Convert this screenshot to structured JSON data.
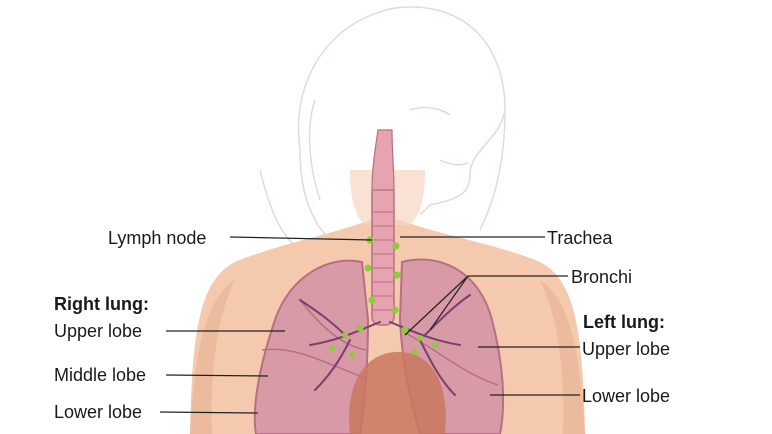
{
  "diagram": {
    "right_side": {
      "heading": "Right lung:",
      "labels": {
        "lymph_node": "Lymph node",
        "upper_lobe": "Upper lobe",
        "middle_lobe": "Middle lobe",
        "lower_lobe": "Lower lobe"
      }
    },
    "left_side": {
      "heading": "Left lung:",
      "labels": {
        "trachea": "Trachea",
        "bronchi": "Bronchi",
        "upper_lobe": "Upper lobe",
        "lower_lobe": "Lower lobe"
      }
    },
    "colors": {
      "skin": "#f4c9ad",
      "skin_shadow": "#e3a98a",
      "lung": "#d99aa8",
      "lung_dark": "#b86e83",
      "bronchi": "#7b3f6b",
      "lymph_node": "#8ccc3a",
      "trachea": "#e6a3b0",
      "heart": "#c9785f",
      "line": "#222222"
    }
  }
}
